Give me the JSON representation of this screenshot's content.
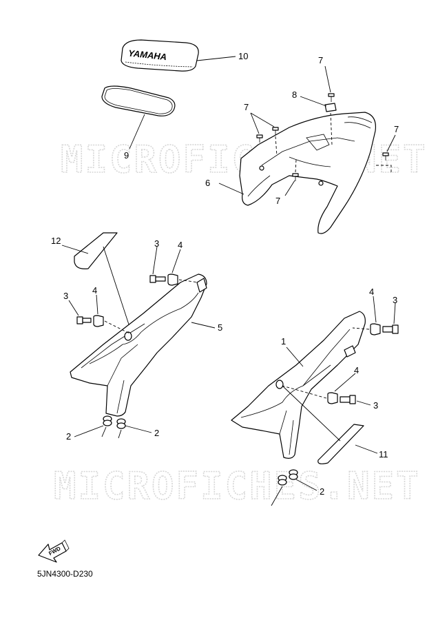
{
  "diagram": {
    "watermark_text": "MICROFICHES.NET",
    "fwd_label": "FWD",
    "figure_code": "5JN4300-D230",
    "emblem_text": "YAMAHA",
    "callouts": {
      "c10": "10",
      "c9": "9",
      "c8": "8",
      "c7a": "7",
      "c7b": "7",
      "c7c": "7",
      "c7d": "7",
      "c6": "6",
      "c12": "12",
      "c3a": "3",
      "c4a": "4",
      "c3b": "3",
      "c4b": "4",
      "c5": "5",
      "c2a": "2",
      "c2b": "2",
      "c4c": "4",
      "c3c": "3",
      "c1": "1",
      "c4d": "4",
      "c3d": "3",
      "c11": "11",
      "c2c": "2"
    }
  }
}
